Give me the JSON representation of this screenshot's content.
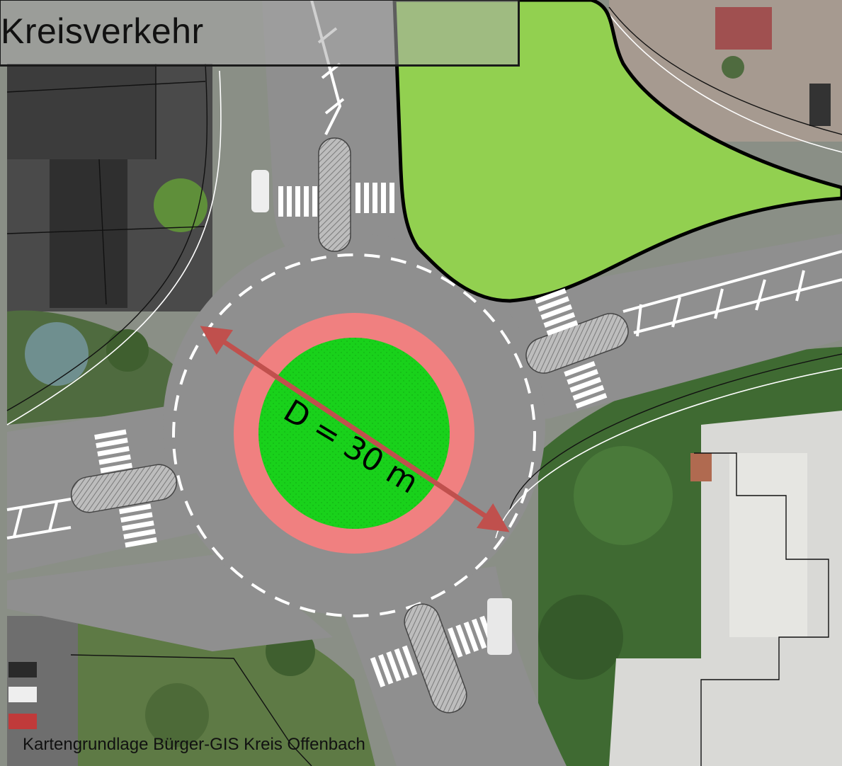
{
  "map_title": "Kreisverkehr",
  "diameter_label": "D = 30 m",
  "credit": "Kartengrundlage Bürger-GIS Kreis Offenbach",
  "colors": {
    "roundabout_ring": "#f08080",
    "central_island": "#19d11b",
    "green_area": "#92d050",
    "road": "#8f8f8f",
    "diameter_arrow": "#c0504d",
    "title_box_border": "#1a1a1a"
  },
  "icons": {
    "diameter_arrow": "double-headed-arrow",
    "crosswalk": "zebra-crossing-stripes",
    "traffic_island": "hatched-splitter-island"
  }
}
